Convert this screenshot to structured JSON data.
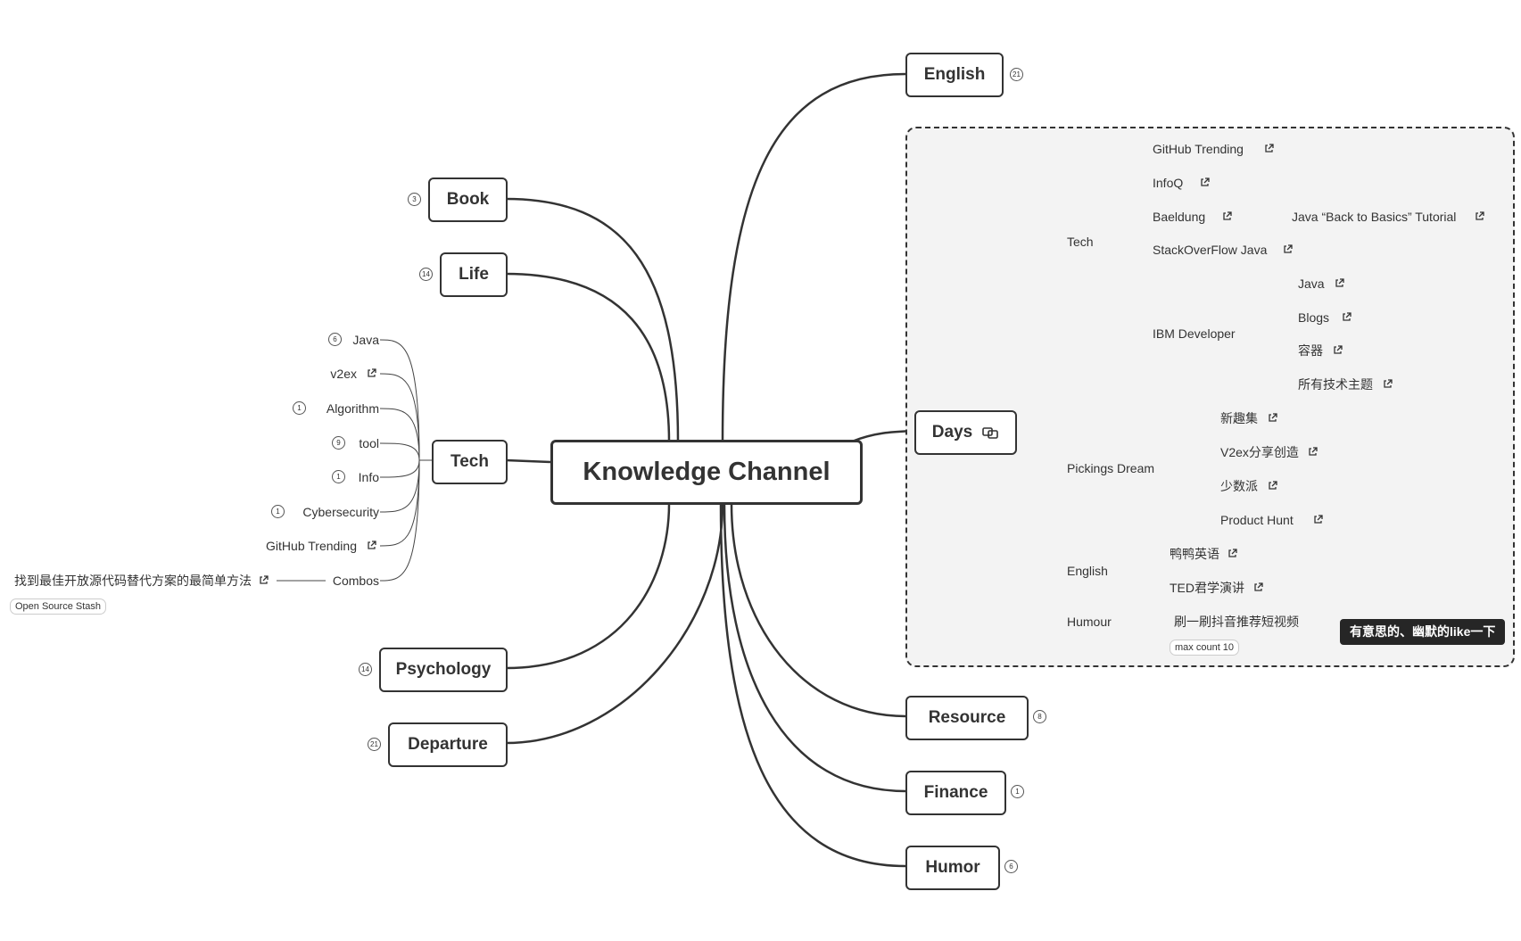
{
  "central": {
    "label": "Knowledge Channel"
  },
  "main_topics": {
    "english": {
      "label": "English",
      "count": "21"
    },
    "book": {
      "label": "Book",
      "count": "3"
    },
    "life": {
      "label": "Life",
      "count": "14"
    },
    "tech": {
      "label": "Tech"
    },
    "psychology": {
      "label": "Psychology",
      "count": "14"
    },
    "departure": {
      "label": "Departure",
      "count": "21"
    },
    "days": {
      "label": "Days"
    },
    "resource": {
      "label": "Resource",
      "count": "8"
    },
    "finance": {
      "label": "Finance",
      "count": "1"
    },
    "humor": {
      "label": "Humor",
      "count": "6"
    }
  },
  "tech_children": [
    {
      "label": "Java",
      "count": "6"
    },
    {
      "label": "v2ex"
    },
    {
      "label": "Algorithm",
      "count": "1"
    },
    {
      "label": "tool",
      "count": "9"
    },
    {
      "label": "Info",
      "count": "1"
    },
    {
      "label": "Cybersecurity",
      "count": "1"
    },
    {
      "label": "GitHub Trending"
    },
    {
      "label": "Combos"
    }
  ],
  "combos_child": {
    "label": "找到最佳开放源代码替代方案的最简单方法",
    "tag": "Open Source Stash"
  },
  "days_branches": {
    "tech": {
      "label": "Tech",
      "items": [
        "GitHub Trending",
        "InfoQ",
        "Baeldung",
        "StackOverFlow Java",
        "IBM Developer"
      ],
      "baeldung_child": "Java “Back to Basics” Tutorial",
      "ibm_children": [
        "Java",
        "Blogs",
        "容器",
        "所有技术主题"
      ]
    },
    "pickings": {
      "label": "Pickings Dream",
      "items": [
        "新趣集",
        "V2ex分享创造",
        "少数派",
        "Product Hunt"
      ]
    },
    "english": {
      "label": "English",
      "items": [
        "鸭鸭英语",
        "TED君学演讲"
      ]
    },
    "humour": {
      "label": "Humour",
      "item": "刷一刷抖音推荐短视频",
      "tag": "max count 10",
      "summary": "有意思的、幽默的like一下"
    }
  },
  "colors": {
    "line": "#333333",
    "boundary_bg": "#f3f3f3",
    "summary_bg": "#262626"
  }
}
